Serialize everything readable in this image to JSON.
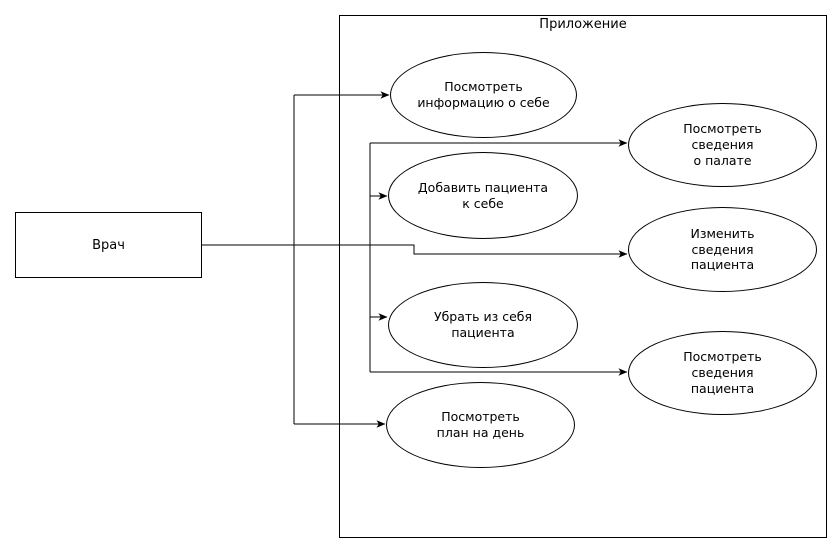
{
  "diagram": {
    "type": "uml-use-case",
    "colors": {
      "stroke": "#000000",
      "shape_fill": "#ffffff",
      "background": "#ffffff"
    },
    "actor": {
      "label": "Врач"
    },
    "system": {
      "title": "Приложение"
    },
    "use_cases": [
      {
        "id": "view-own-info",
        "label": "Посмотреть\nинформацию о себе"
      },
      {
        "id": "view-ward-info",
        "label": "Посмотреть\nсведения\nо палате"
      },
      {
        "id": "add-patient-to-self",
        "label": "Добавить пациента\nк себе"
      },
      {
        "id": "edit-patient-info",
        "label": "Изменить\nсведения\nпациента"
      },
      {
        "id": "remove-patient",
        "label": "Убрать из себя\nпациента"
      },
      {
        "id": "view-patient-info",
        "label": "Посмотреть\nсведения\nпациента"
      },
      {
        "id": "view-day-plan",
        "label": "Посмотреть\nплан на день"
      }
    ],
    "associations": [
      {
        "from": "Врач",
        "to": "Посмотреть информацию о себе"
      },
      {
        "from": "Врач",
        "to": "Посмотреть сведения о палате"
      },
      {
        "from": "Врач",
        "to": "Добавить пациента к себе"
      },
      {
        "from": "Врач",
        "to": "Изменить сведения пациента"
      },
      {
        "from": "Врач",
        "to": "Убрать из себя пациента"
      },
      {
        "from": "Врач",
        "to": "Посмотреть сведения пациента"
      },
      {
        "from": "Врач",
        "to": "Посмотреть план на день"
      }
    ]
  }
}
